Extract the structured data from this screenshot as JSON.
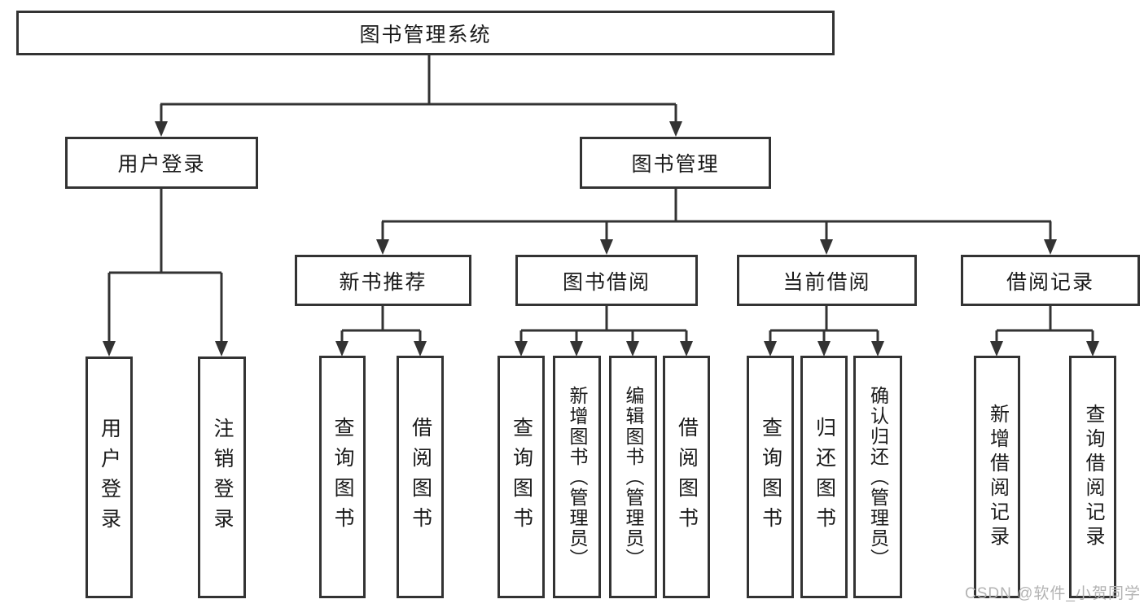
{
  "diagram_title": "图书管理系统",
  "tree": {
    "root": {
      "label": "图书管理系统",
      "children": [
        {
          "label": "用户登录",
          "children": [
            {
              "label": "用户登录"
            },
            {
              "label": "注销登录"
            }
          ]
        },
        {
          "label": "图书管理",
          "children": [
            {
              "label": "新书推荐",
              "children": [
                {
                  "label": "查询图书"
                },
                {
                  "label": "借阅图书"
                }
              ]
            },
            {
              "label": "图书借阅",
              "children": [
                {
                  "label": "查询图书"
                },
                {
                  "label": "新增图书（管理员）"
                },
                {
                  "label": "编辑图书（管理员）"
                },
                {
                  "label": "借阅图书"
                }
              ]
            },
            {
              "label": "当前借阅",
              "children": [
                {
                  "label": "查询图书"
                },
                {
                  "label": "归还图书"
                },
                {
                  "label": "确认归还（管理员）"
                }
              ]
            },
            {
              "label": "借阅记录",
              "children": [
                {
                  "label": "新增借阅记录"
                },
                {
                  "label": "查询借阅记录"
                }
              ]
            }
          ]
        }
      ]
    }
  },
  "watermark": {
    "text": "CSDN @软件_小贺同学"
  },
  "colors": {
    "line": "#333333",
    "text": "#1a1a1a",
    "watermark": "#b3b3b3",
    "background": "#ffffff"
  }
}
